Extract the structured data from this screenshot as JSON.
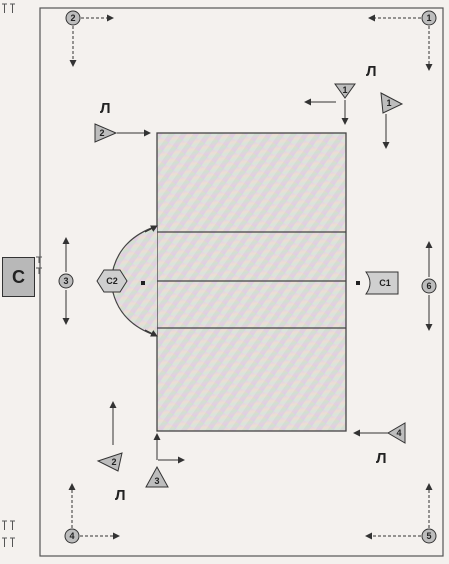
{
  "diagram": {
    "side_box_label": "С",
    "player_label": "Л",
    "setters": [
      "С1",
      "С2"
    ],
    "positions": [
      "1",
      "2",
      "3",
      "4",
      "5",
      "6"
    ],
    "triangle_players": [
      "1",
      "1",
      "2",
      "2",
      "3",
      "4"
    ],
    "tick_marks": "т т"
  }
}
